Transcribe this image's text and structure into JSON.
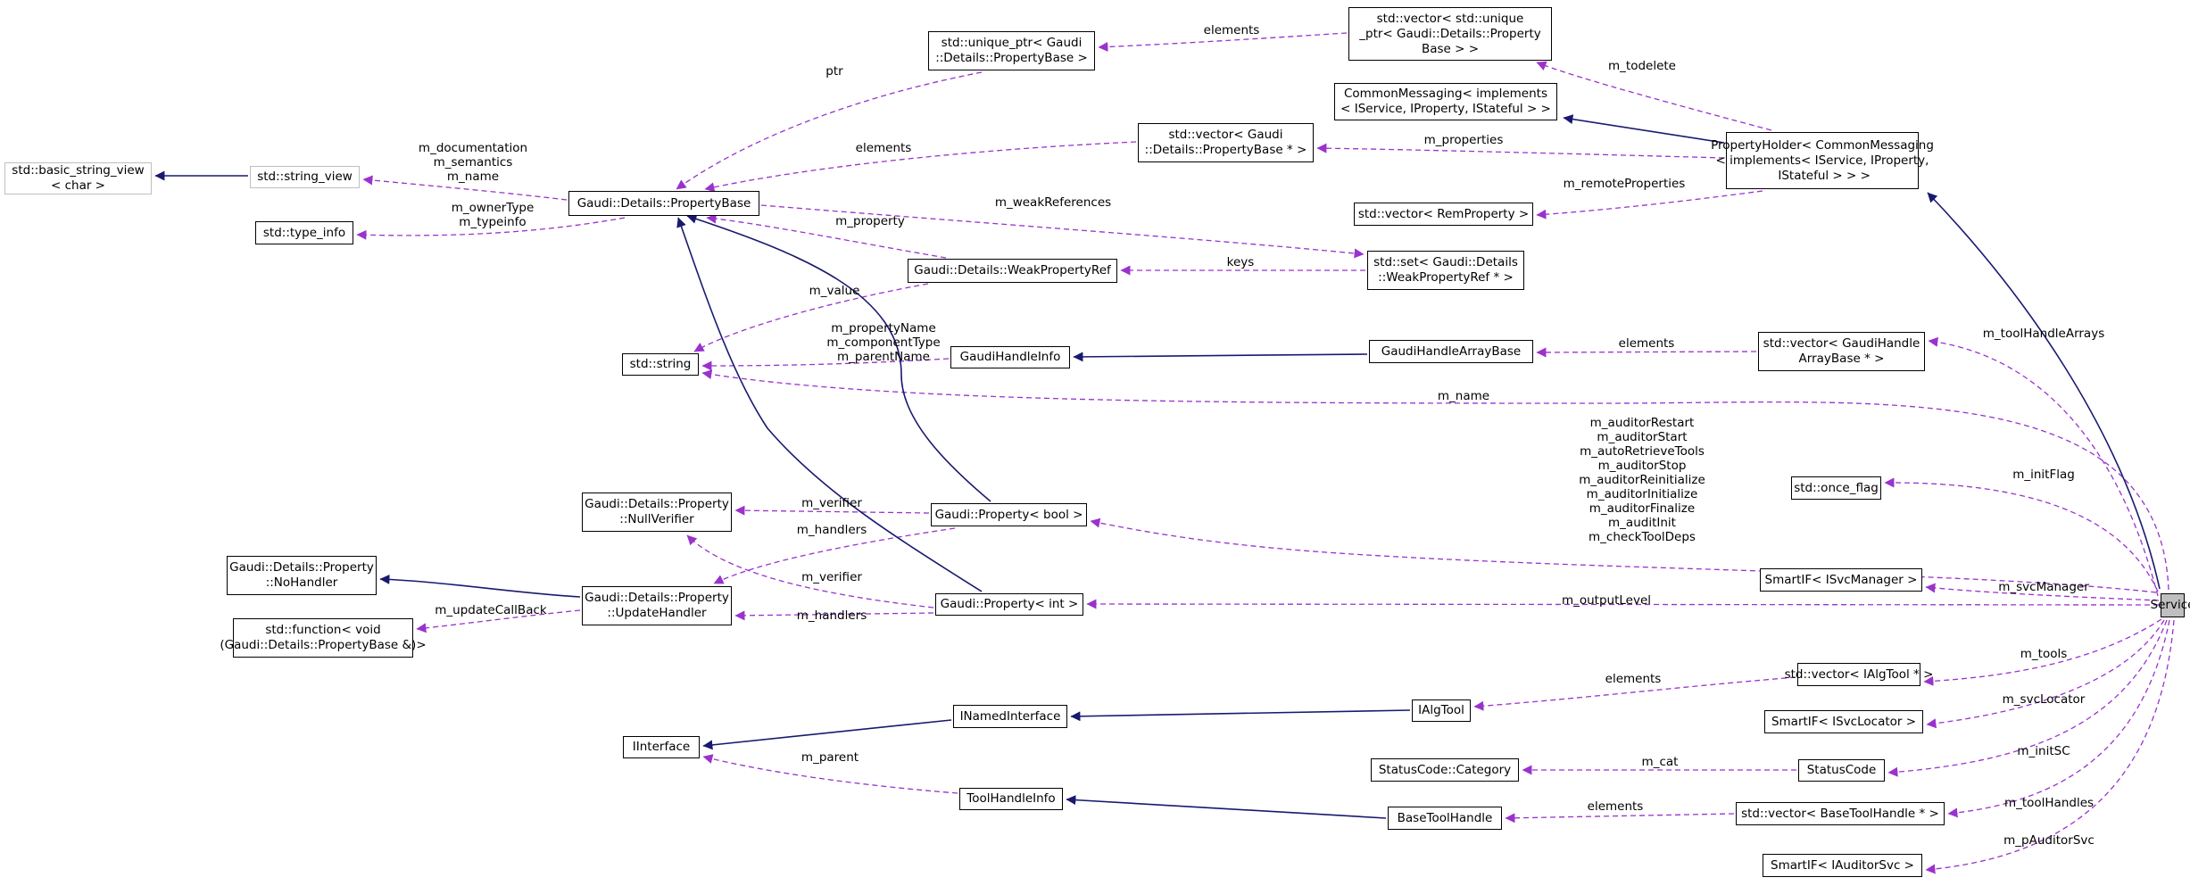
{
  "colors": {
    "inheritance": "#191970",
    "usage": "#9a32cd",
    "node_border": "#000000",
    "external_border": "#bfbfbf",
    "focus_fill": "#bfbfbf"
  },
  "nodes": [
    {
      "id": "service",
      "label": "Service",
      "focus": true
    },
    {
      "id": "prop_holder",
      "label": "PropertyHolder< CommonMessaging\n< implements< IService, IProperty,\n IStateful > > >"
    },
    {
      "id": "common_messaging",
      "label": "CommonMessaging< implements\n< IService, IProperty, IStateful > >"
    },
    {
      "id": "vec_unique",
      "label": "std::vector< std::unique\n_ptr< Gaudi::Details::Property\nBase > >"
    },
    {
      "id": "unique_ptr",
      "label": "std::unique_ptr< Gaudi\n::Details::PropertyBase >"
    },
    {
      "id": "vec_propbase",
      "label": "std::vector< Gaudi\n::Details::PropertyBase * >"
    },
    {
      "id": "vec_remote",
      "label": "std::vector< RemProperty >"
    },
    {
      "id": "set_weak",
      "label": "std::set< Gaudi::Details\n::WeakPropertyRef * >"
    },
    {
      "id": "property_base",
      "label": "Gaudi::Details::PropertyBase"
    },
    {
      "id": "weak_ref",
      "label": "Gaudi::Details::WeakPropertyRef"
    },
    {
      "id": "basic_string_view",
      "label": "std::basic_string_view\n< char >",
      "external": true
    },
    {
      "id": "string_view",
      "label": "std::string_view",
      "external": true
    },
    {
      "id": "type_info",
      "label": "std::type_info"
    },
    {
      "id": "std_string",
      "label": "std::string"
    },
    {
      "id": "handle_info",
      "label": "GaudiHandleInfo"
    },
    {
      "id": "handle_array_base",
      "label": "GaudiHandleArrayBase"
    },
    {
      "id": "vec_handle_array",
      "label": "std::vector< GaudiHandle\nArrayBase * >"
    },
    {
      "id": "once_flag",
      "label": "std::once_flag"
    },
    {
      "id": "null_verifier",
      "label": "Gaudi::Details::Property\n::NullVerifier"
    },
    {
      "id": "prop_bool",
      "label": "Gaudi::Property< bool >"
    },
    {
      "id": "no_handler",
      "label": "Gaudi::Details::Property\n::NoHandler"
    },
    {
      "id": "update_handler",
      "label": "Gaudi::Details::Property\n::UpdateHandler"
    },
    {
      "id": "prop_int",
      "label": "Gaudi::Property< int >"
    },
    {
      "id": "std_function",
      "label": "std::function< void\n(Gaudi::Details::PropertyBase &)>"
    },
    {
      "id": "smartif_svcmgr",
      "label": "SmartIF< ISvcManager >"
    },
    {
      "id": "vec_algtool",
      "label": "std::vector< IAlgTool * >"
    },
    {
      "id": "ialgtool",
      "label": "IAlgTool"
    },
    {
      "id": "inamed",
      "label": "INamedInterface"
    },
    {
      "id": "iinterface",
      "label": "IInterface"
    },
    {
      "id": "smartif_locator",
      "label": "SmartIF< ISvcLocator >"
    },
    {
      "id": "status_category",
      "label": "StatusCode::Category"
    },
    {
      "id": "status_code",
      "label": "StatusCode"
    },
    {
      "id": "tool_handle_info",
      "label": "ToolHandleInfo"
    },
    {
      "id": "base_tool_handle",
      "label": "BaseToolHandle"
    },
    {
      "id": "vec_basetool",
      "label": "std::vector< BaseToolHandle * >"
    },
    {
      "id": "smartif_auditor",
      "label": "SmartIF< IAuditorSvc >"
    }
  ],
  "edges": [
    {
      "kind": "inheritance",
      "from": "service",
      "to": "prop_holder"
    },
    {
      "kind": "inheritance",
      "from": "prop_holder",
      "to": "common_messaging"
    },
    {
      "kind": "usage",
      "from": "prop_holder",
      "to": "vec_unique",
      "label": "m_todelete"
    },
    {
      "kind": "usage",
      "from": "prop_holder",
      "to": "vec_propbase",
      "label": "m_properties"
    },
    {
      "kind": "usage",
      "from": "prop_holder",
      "to": "vec_remote",
      "label": "m_remoteProperties"
    },
    {
      "kind": "usage",
      "from": "vec_unique",
      "to": "unique_ptr",
      "label": "elements"
    },
    {
      "kind": "usage",
      "from": "unique_ptr",
      "to": "property_base",
      "label": "ptr"
    },
    {
      "kind": "usage",
      "from": "vec_propbase",
      "to": "property_base",
      "label": "elements"
    },
    {
      "kind": "usage",
      "from": "property_base",
      "to": "set_weak",
      "label": "m_weakReferences"
    },
    {
      "kind": "usage",
      "from": "set_weak",
      "to": "weak_ref",
      "label": "keys"
    },
    {
      "kind": "usage",
      "from": "weak_ref",
      "to": "property_base",
      "label": "m_property"
    },
    {
      "kind": "inheritance",
      "from": "string_view",
      "to": "basic_string_view"
    },
    {
      "kind": "usage",
      "from": "property_base",
      "to": "string_view",
      "label": "m_documentation\nm_semantics\nm_name"
    },
    {
      "kind": "usage",
      "from": "property_base",
      "to": "type_info",
      "label": "m_ownerType\nm_typeinfo"
    },
    {
      "kind": "usage",
      "from": "weak_ref",
      "to": "std_string",
      "label": "m_value"
    },
    {
      "kind": "usage",
      "from": "handle_info",
      "to": "std_string",
      "label": "m_propertyName\nm_componentType\nm_parentName"
    },
    {
      "kind": "inheritance",
      "from": "handle_array_base",
      "to": "handle_info"
    },
    {
      "kind": "usage",
      "from": "vec_handle_array",
      "to": "handle_array_base",
      "label": "elements"
    },
    {
      "kind": "usage",
      "from": "service",
      "to": "vec_handle_array",
      "label": "m_toolHandleArrays"
    },
    {
      "kind": "usage",
      "from": "service",
      "to": "std_string",
      "label": "m_name"
    },
    {
      "kind": "usage",
      "from": "service",
      "to": "once_flag",
      "label": "m_initFlag"
    },
    {
      "kind": "usage",
      "from": "service",
      "to": "prop_bool",
      "label": "m_auditorRestart\nm_auditorStart\nm_autoRetrieveTools\nm_auditorStop\nm_auditorReinitialize\nm_auditorInitialize\nm_auditorFinalize\nm_auditInit\nm_checkToolDeps"
    },
    {
      "kind": "inheritance",
      "from": "prop_bool",
      "to": "property_base"
    },
    {
      "kind": "usage",
      "from": "prop_bool",
      "to": "null_verifier",
      "label": "m_verifier"
    },
    {
      "kind": "usage",
      "from": "prop_bool",
      "to": "update_handler",
      "label": "m_handlers"
    },
    {
      "kind": "inheritance",
      "from": "update_handler",
      "to": "no_handler"
    },
    {
      "kind": "usage",
      "from": "update_handler",
      "to": "std_function",
      "label": "m_updateCallBack"
    },
    {
      "kind": "inheritance",
      "from": "prop_int",
      "to": "property_base"
    },
    {
      "kind": "usage",
      "from": "prop_int",
      "to": "null_verifier",
      "label": "m_verifier"
    },
    {
      "kind": "usage",
      "from": "prop_int",
      "to": "update_handler",
      "label": "m_handlers"
    },
    {
      "kind": "usage",
      "from": "service",
      "to": "prop_int",
      "label": "m_outputLevel"
    },
    {
      "kind": "usage",
      "from": "service",
      "to": "smartif_svcmgr",
      "label": "m_svcManager"
    },
    {
      "kind": "usage",
      "from": "service",
      "to": "vec_algtool",
      "label": "m_tools"
    },
    {
      "kind": "usage",
      "from": "vec_algtool",
      "to": "ialgtool",
      "label": "elements"
    },
    {
      "kind": "inheritance",
      "from": "ialgtool",
      "to": "inamed"
    },
    {
      "kind": "inheritance",
      "from": "inamed",
      "to": "iinterface"
    },
    {
      "kind": "usage",
      "from": "service",
      "to": "smartif_locator",
      "label": "m_svcLocator"
    },
    {
      "kind": "usage",
      "from": "service",
      "to": "status_code",
      "label": "m_initSC"
    },
    {
      "kind": "usage",
      "from": "status_code",
      "to": "status_category",
      "label": "m_cat"
    },
    {
      "kind": "usage",
      "from": "tool_handle_info",
      "to": "iinterface",
      "label": "m_parent"
    },
    {
      "kind": "inheritance",
      "from": "base_tool_handle",
      "to": "tool_handle_info"
    },
    {
      "kind": "usage",
      "from": "vec_basetool",
      "to": "base_tool_handle",
      "label": "elements"
    },
    {
      "kind": "usage",
      "from": "service",
      "to": "vec_basetool",
      "label": "m_toolHandles"
    },
    {
      "kind": "usage",
      "from": "service",
      "to": "smartif_auditor",
      "label": "m_pAuditorSvc"
    }
  ]
}
